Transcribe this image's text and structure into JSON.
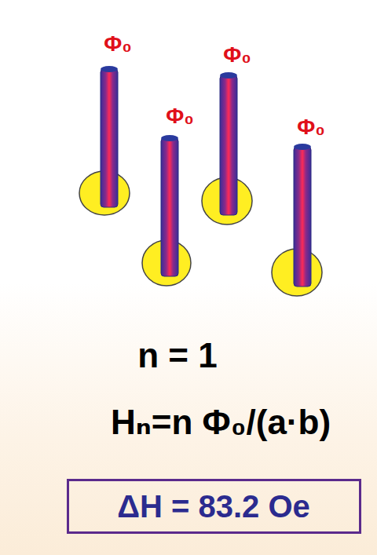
{
  "diagram": {
    "nodes": [
      {
        "text": [
          "ΔH = 83.2 Oe"
        ]
      }
    ],
    "labels": [
      "Φ₀",
      "Φ₀",
      "Φ₀",
      "Φ₀",
      "n = 1",
      "Hₙ=n Φ₀/(a·b)"
    ]
  }
}
